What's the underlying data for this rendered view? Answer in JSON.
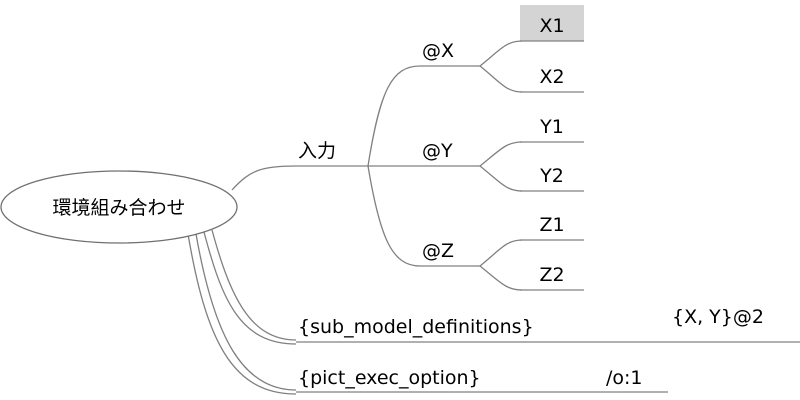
{
  "root": {
    "label": "環境組み合わせ"
  },
  "branches": {
    "input": {
      "label": "入力",
      "params": [
        {
          "label": "@X",
          "values": [
            "X1",
            "X2"
          ]
        },
        {
          "label": "@Y",
          "values": [
            "Y1",
            "Y2"
          ]
        },
        {
          "label": "@Z",
          "values": [
            "Z1",
            "Z2"
          ]
        }
      ]
    },
    "sub_model": {
      "label": "{sub_model_definitions}",
      "child": "{X, Y}@2"
    },
    "pict_option": {
      "label": "{pict_exec_option}",
      "child": "/o:1"
    }
  },
  "selected_node": "X1",
  "colors": {
    "connector": "#808080",
    "selection": "#d4d4d4",
    "text": "#000000"
  }
}
